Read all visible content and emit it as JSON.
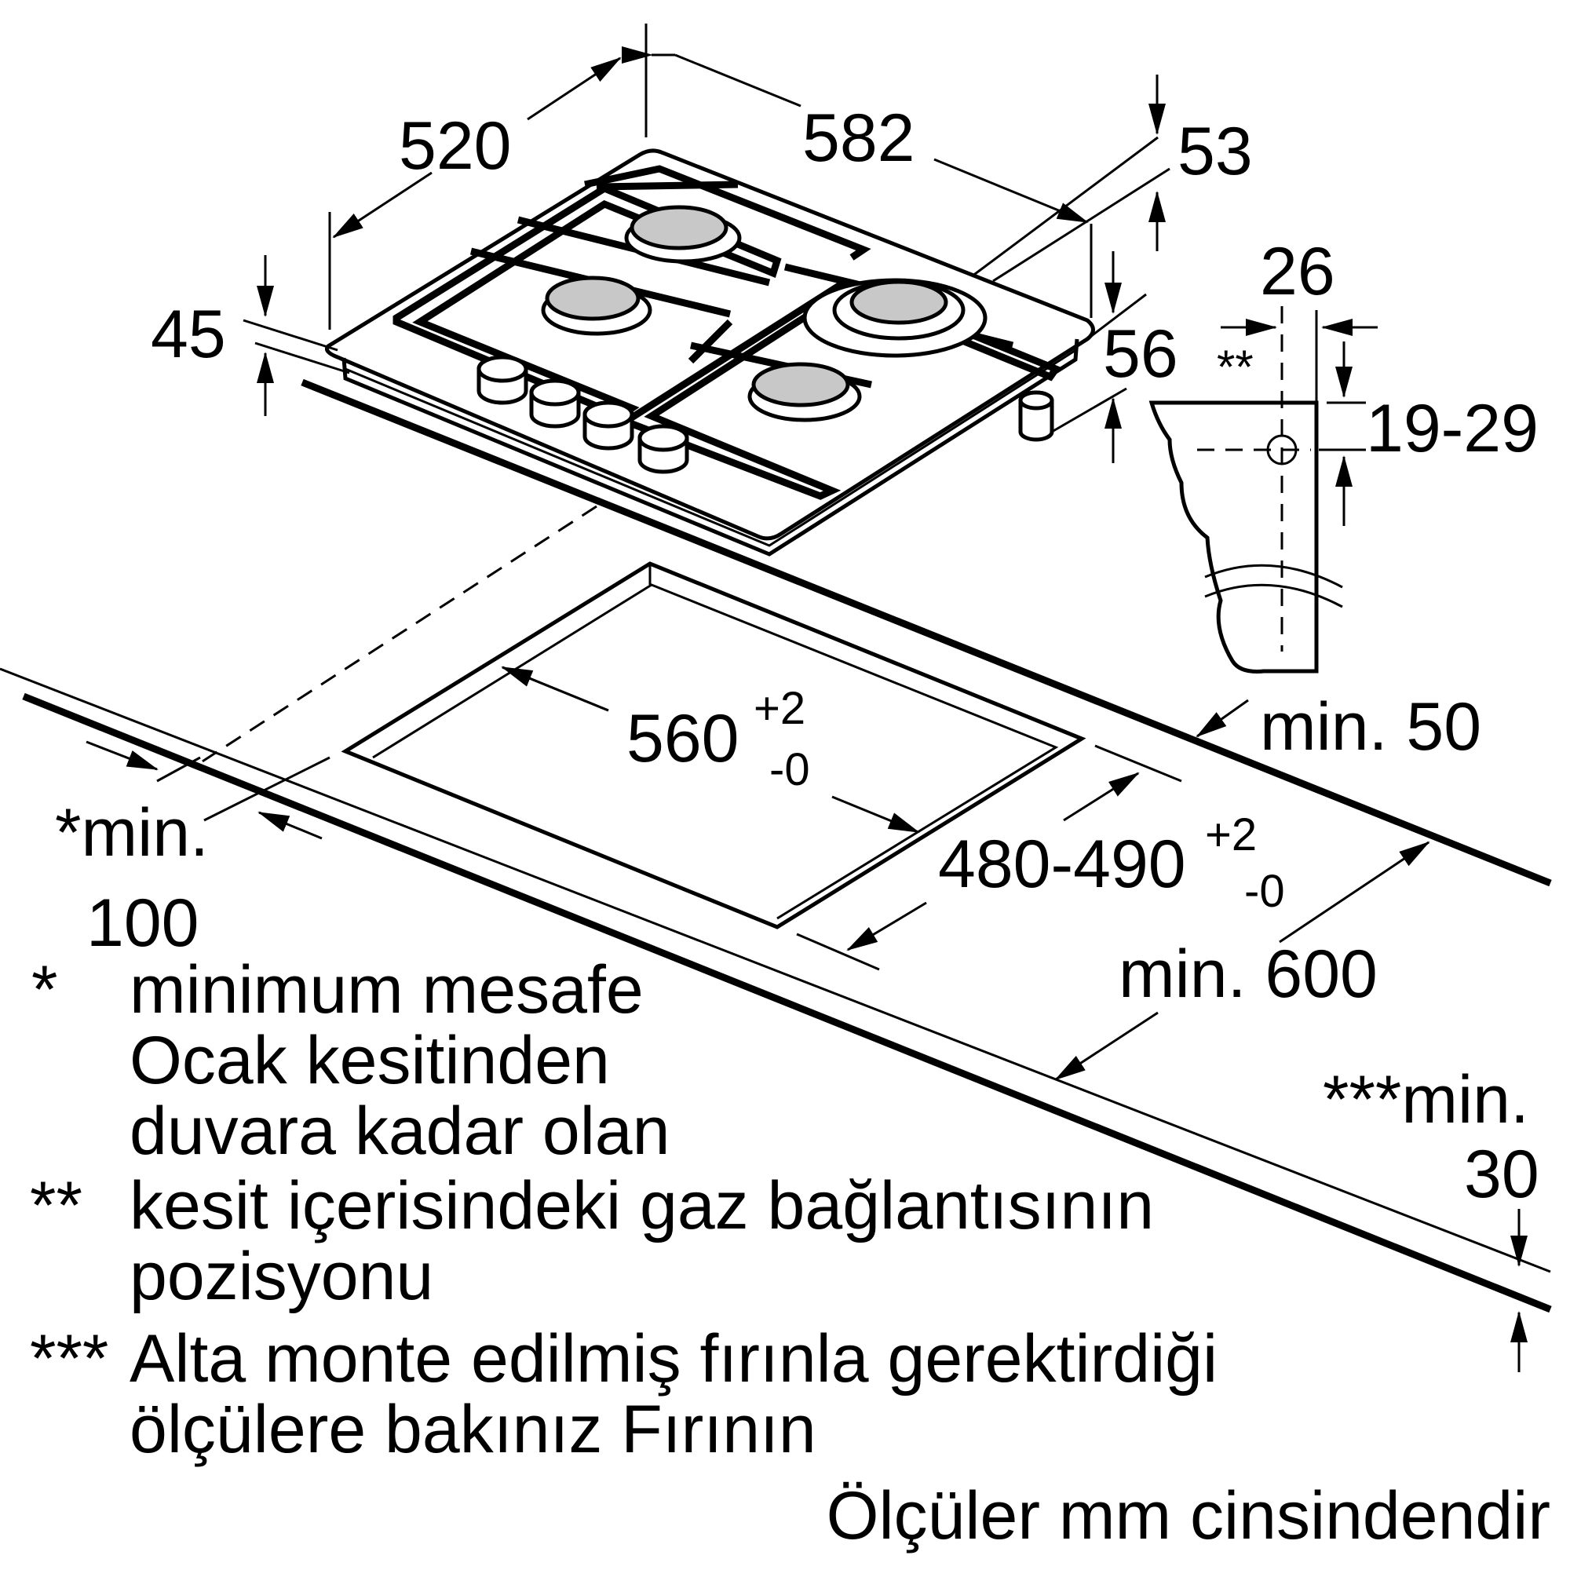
{
  "dimensions": {
    "width_520": "520",
    "depth_582": "582",
    "thickness_53": "53",
    "height_45": "45",
    "gas_26": "26",
    "gas_mark": "**",
    "offset_56": "56",
    "gas_19_29": "19-29",
    "wall_min_50": "min. 50",
    "cutout_w_main": "560",
    "cutout_w_plus": "+2",
    "cutout_w_minus": "-0",
    "cutout_d_main": "480-490",
    "cutout_d_plus": "+2",
    "cutout_d_minus": "-0",
    "front_min_100_a": "*min.",
    "front_min_100_b": "100",
    "depth_min_600": "min. 600",
    "oven_min_30_a": "***min.",
    "oven_min_30_b": "30"
  },
  "notes": [
    {
      "mark": "*",
      "lines": [
        "minimum mesafe",
        "Ocak kesitinden",
        "duvara kadar olan"
      ]
    },
    {
      "mark": "**",
      "lines": [
        "kesit içerisindeki gaz bağlantısının",
        "pozisyonu"
      ]
    },
    {
      "mark": "***",
      "lines": [
        "Alta monte edilmiş fırınla gerektirdiği",
        "ölçülere bakınız Fırının"
      ]
    }
  ],
  "units_note": "Ölçüler mm cinsindendir"
}
